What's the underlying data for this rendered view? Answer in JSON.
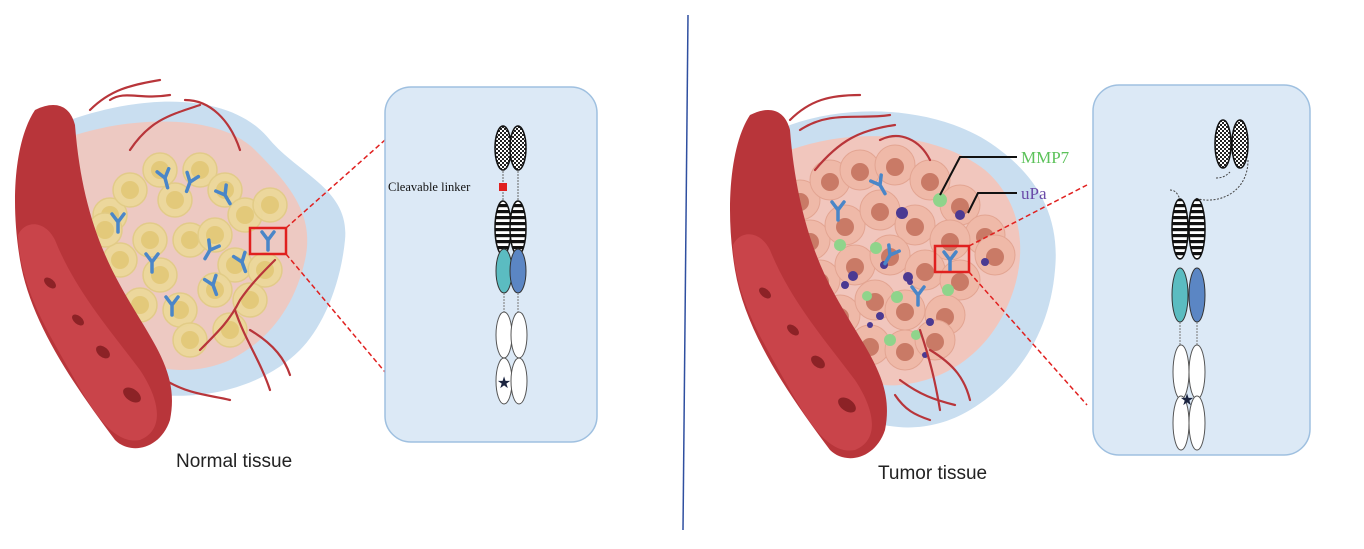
{
  "normal": {
    "caption": "Normal tissue",
    "linker_label": "Cleavable linker"
  },
  "tumor": {
    "caption": "Tumor tissue",
    "mmp7_label": "MMP7",
    "upa_label": "uPa"
  },
  "colors": {
    "vessel": "#b8353a",
    "tissue_blue": "#c9def0",
    "tissue_pink": "#f1c6bd",
    "normal_cell": "#ecd89a",
    "tumor_cell": "#e6a894",
    "antibody": "#4a86c8",
    "mmp7": "#8fd48b",
    "upa": "#4b3a92",
    "highlight": "#e0201f",
    "panel": "#dce9f6",
    "divider": "#2f4fa0",
    "vl_teal": "#5bbcc1",
    "vh_blue": "#5b86c4"
  }
}
